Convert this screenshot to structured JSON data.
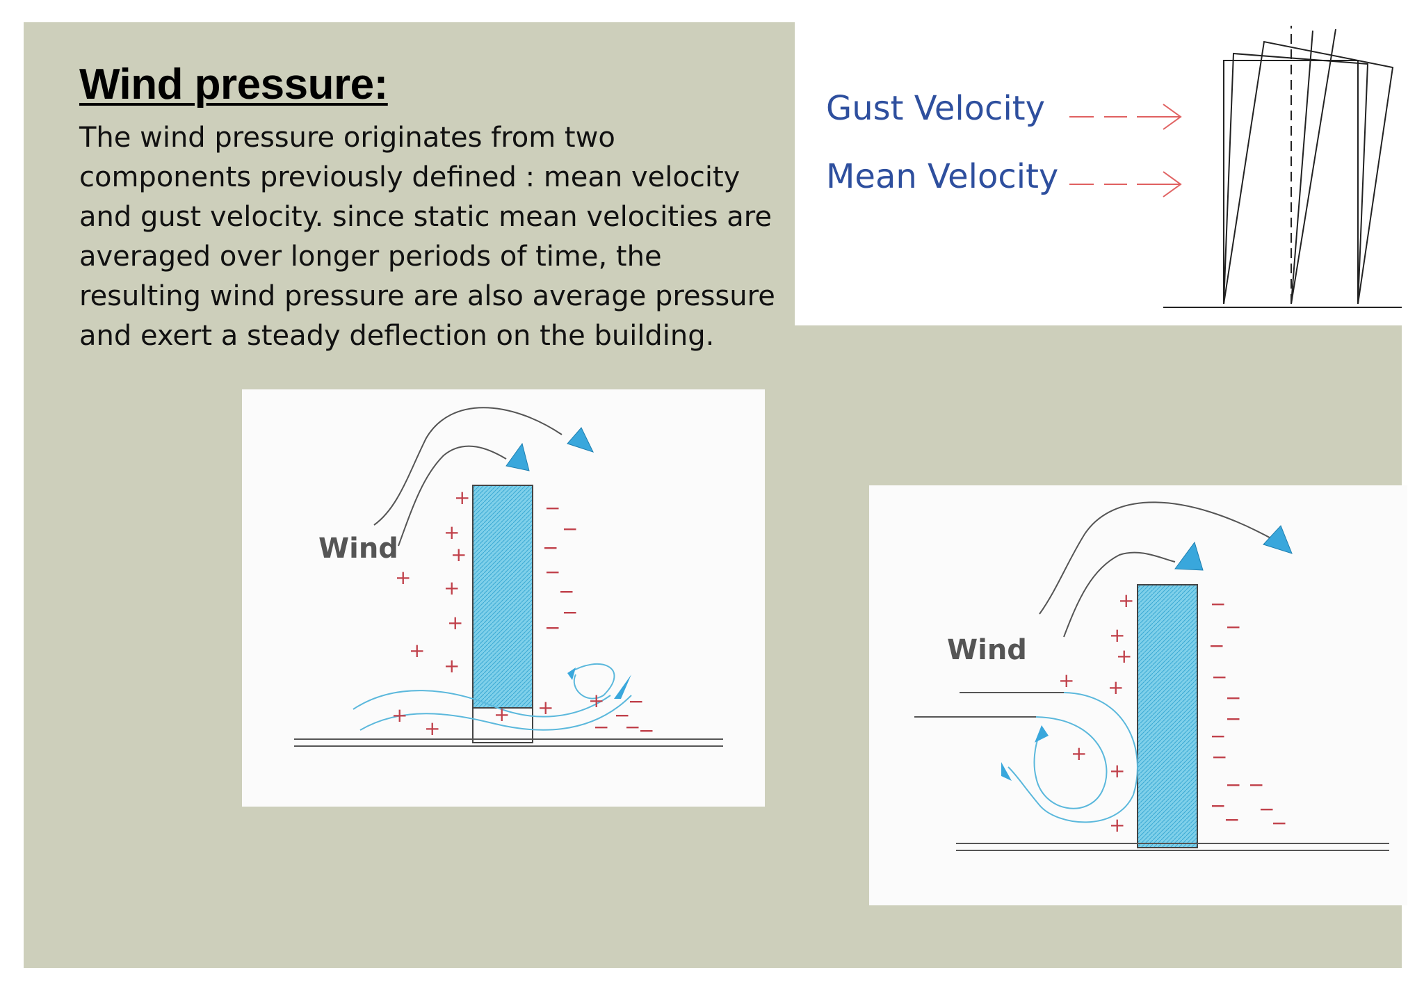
{
  "slide": {
    "title": "Wind pressure:",
    "body": "The wind pressure originates from two components previously defined : mean velocity and gust velocity. since static mean velocities are averaged over longer periods of time, the resulting wind pressure are also average pressure and exert a steady deflection on the building."
  },
  "velocity_diagram": {
    "gust_label": "Gust Velocity",
    "mean_label": "Mean Velocity",
    "label_color": "#2e4f9e",
    "arrow_color": "#e06060"
  },
  "windward_diagram": {
    "wind_label": "Wind",
    "pressure_plus": "+",
    "pressure_minus": "−"
  },
  "leeward_diagram": {
    "wind_label": "Wind",
    "pressure_plus": "+",
    "pressure_minus": "−"
  },
  "colors": {
    "slide_background": "#cdcfbb",
    "building_fill": "#5fc3e4",
    "arrow_head": "#39a7dc",
    "pressure_marks": "#c0404a"
  }
}
